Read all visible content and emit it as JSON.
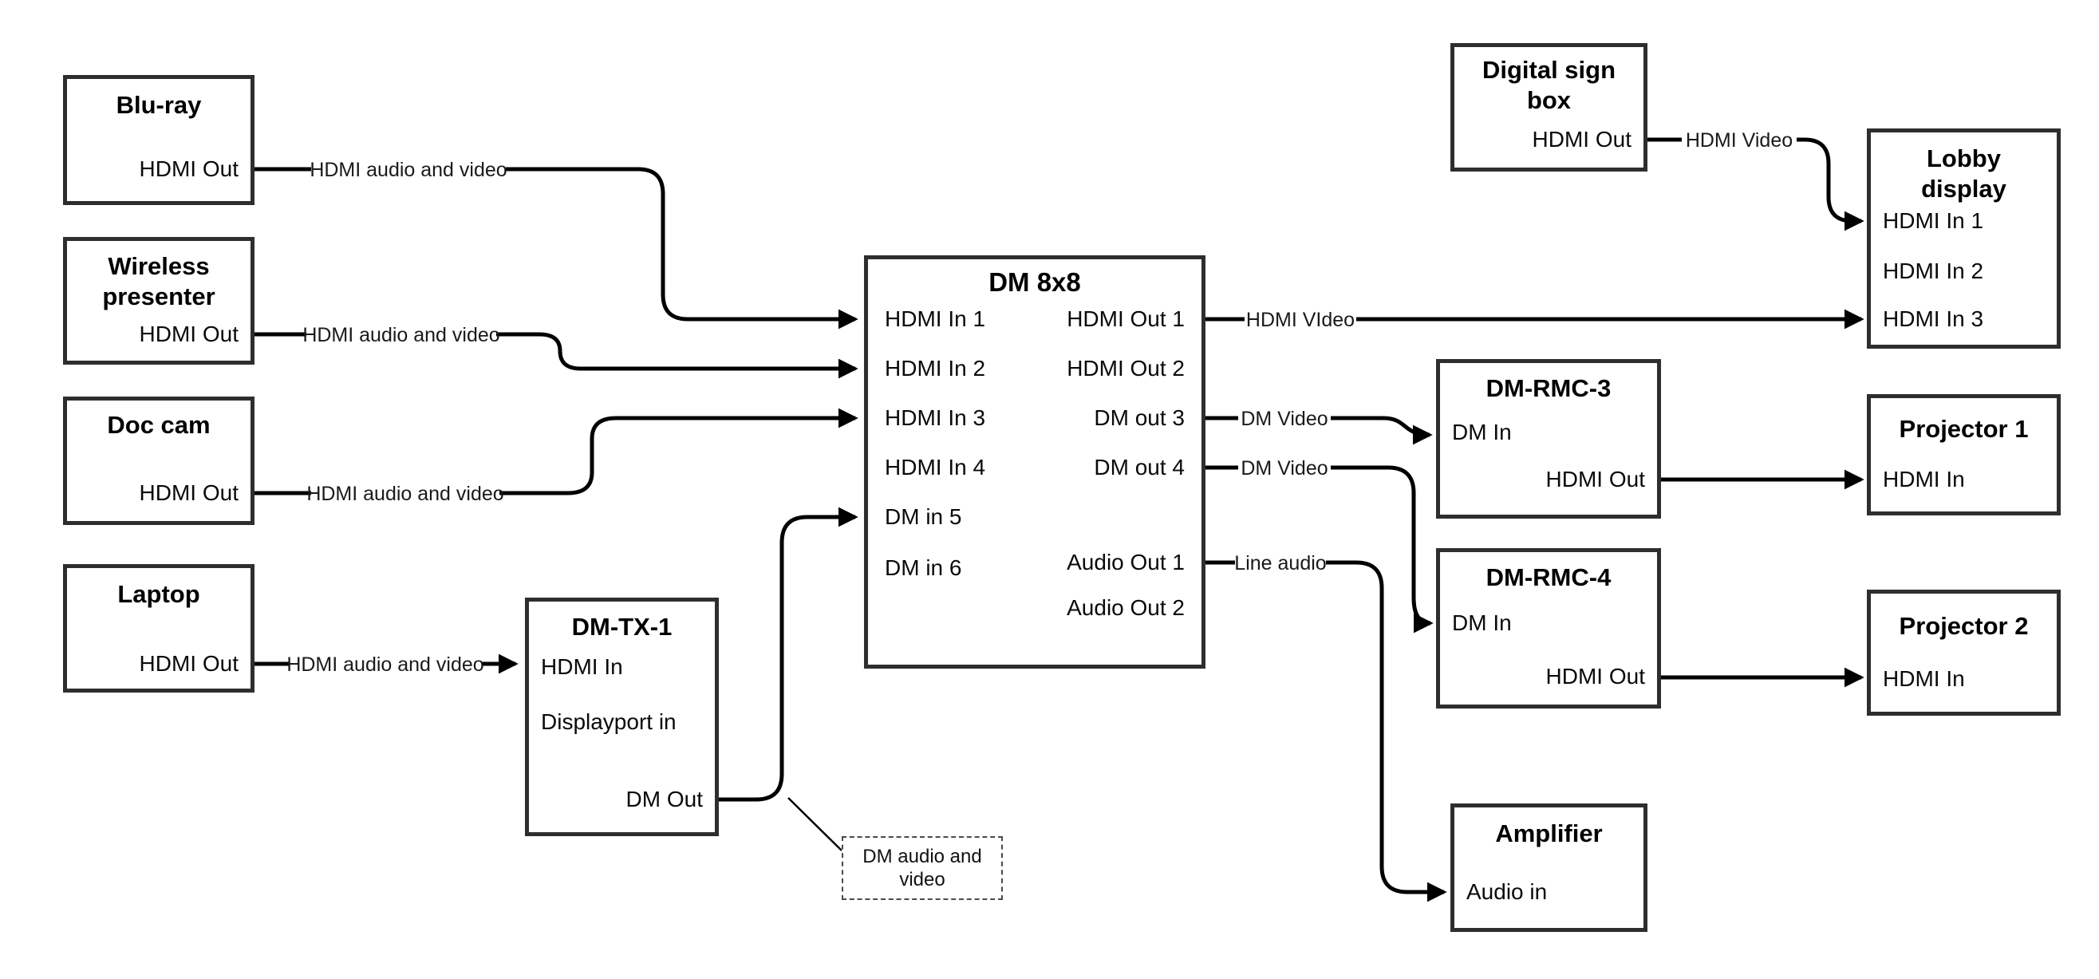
{
  "nodes": {
    "bluray": {
      "title_lines": [
        "Blu-ray"
      ],
      "ports": {
        "hdmi_out": "HDMI Out"
      }
    },
    "wireless_presenter": {
      "title_lines": [
        "Wireless",
        "presenter"
      ],
      "ports": {
        "hdmi_out": "HDMI Out"
      }
    },
    "doc_cam": {
      "title_lines": [
        "Doc cam"
      ],
      "ports": {
        "hdmi_out": "HDMI Out"
      }
    },
    "laptop": {
      "title_lines": [
        "Laptop"
      ],
      "ports": {
        "hdmi_out": "HDMI Out"
      }
    },
    "dm_tx_1": {
      "title_lines": [
        "DM-TX-1"
      ],
      "ports": {
        "hdmi_in": "HDMI In",
        "displayport_in": "Displayport in",
        "dm_out": "DM Out"
      }
    },
    "dm_8x8": {
      "title_lines": [
        "DM 8x8"
      ],
      "ports": {
        "hdmi_in_1": "HDMI In 1",
        "hdmi_in_2": "HDMI In 2",
        "hdmi_in_3": "HDMI In 3",
        "hdmi_in_4": "HDMI In 4",
        "dm_in_5": "DM in 5",
        "dm_in_6": "DM in 6",
        "hdmi_out_1": "HDMI Out 1",
        "hdmi_out_2": "HDMI Out 2",
        "dm_out_3": "DM out 3",
        "dm_out_4": "DM out 4",
        "audio_out_1": "Audio Out 1",
        "audio_out_2": "Audio Out 2"
      }
    },
    "digital_sign_box": {
      "title_lines": [
        "Digital sign",
        "box"
      ],
      "ports": {
        "hdmi_out": "HDMI Out"
      }
    },
    "lobby_display": {
      "title_lines": [
        "Lobby",
        "display"
      ],
      "ports": {
        "hdmi_in_1": "HDMI In 1",
        "hdmi_in_2": "HDMI In 2",
        "hdmi_in_3": "HDMI In 3"
      }
    },
    "dm_rmc_3": {
      "title_lines": [
        "DM-RMC-3"
      ],
      "ports": {
        "dm_in": "DM In",
        "hdmi_out": "HDMI Out"
      }
    },
    "projector_1": {
      "title_lines": [
        "Projector 1"
      ],
      "ports": {
        "hdmi_in": "HDMI In"
      }
    },
    "dm_rmc_4": {
      "title_lines": [
        "DM-RMC-4"
      ],
      "ports": {
        "dm_in": "DM In",
        "hdmi_out": "HDMI Out"
      }
    },
    "projector_2": {
      "title_lines": [
        "Projector 2"
      ],
      "ports": {
        "hdmi_in": "HDMI In"
      }
    },
    "amplifier": {
      "title_lines": [
        "Amplifier"
      ],
      "ports": {
        "audio_in": "Audio in"
      }
    }
  },
  "edge_labels": {
    "bluray_to_dm8x8": "HDMI audio and video",
    "wireless_to_dm8x8": "HDMI audio and video",
    "doccam_to_dm8x8": "HDMI audio and video",
    "laptop_to_dmtx1": "HDMI audio and video",
    "dm8x8_out1_to_lobby": "HDMI VIdeo",
    "dm8x8_out3_to_rmc3": "DM Video",
    "dm8x8_out4_to_rmc4": "DM Video",
    "dm8x8_audio1_to_amp": "Line audio",
    "digitalsign_to_lobby": "HDMI Video"
  },
  "callout": {
    "lines": [
      "DM audio and",
      "video"
    ]
  },
  "colors": {
    "line": "#000000",
    "box_border": "#2e2e2e",
    "background": "#ffffff"
  }
}
